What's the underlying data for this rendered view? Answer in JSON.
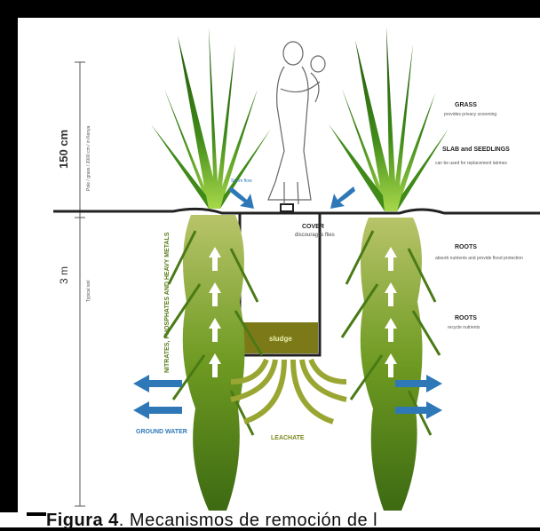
{
  "diagram": {
    "height_label": "150 cm",
    "height_sublabel": "Pole / grass / 2000 cm / in Kenya",
    "depth_label": "3 m",
    "depth_sublabel": "Typical soil",
    "left_side_label": "NITRATES, PHOSPHATES AND HEAVY METALS",
    "surface_label": "Storm flow",
    "cover_title": "COVER",
    "cover_text": "discourages flies",
    "sludge_label": "sludge",
    "leachate_label": "LEACHATE",
    "ground_water_label": "GROUND WATER",
    "right_labels": [
      {
        "title": "GRASS",
        "text": "provides privacy screening"
      },
      {
        "title": "SLAB and SEEDLINGS",
        "text": "can be used for replacement latrines"
      },
      {
        "title": "ROOTS",
        "text": "absorb nutrients and provide flood protection"
      },
      {
        "title": "ROOTS",
        "text": "recycle nutrients"
      }
    ]
  },
  "caption": {
    "prefix": "Figura 4",
    "text": ". Mecanismos de remoción de l"
  },
  "colors": {
    "grass_dark": "#2f6e12",
    "grass_light": "#8cc43a",
    "root_green": "#6d9a1f",
    "sludge": "#7c7a18",
    "arrow_blue": "#2e78b8",
    "frame": "#000000"
  }
}
